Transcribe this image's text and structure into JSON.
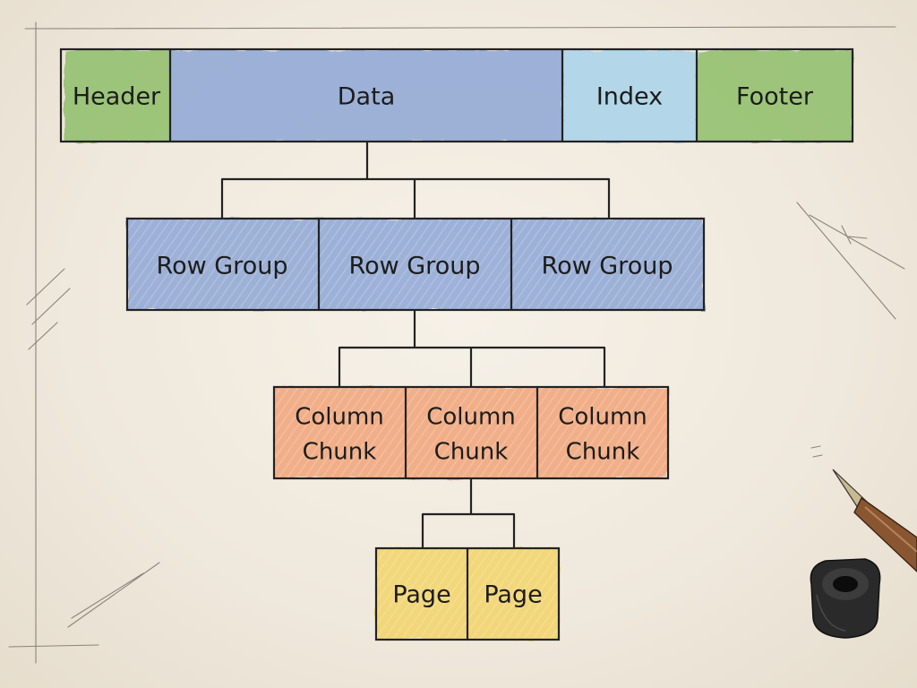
{
  "file_layout": {
    "header": "Header",
    "data": "Data",
    "index": "Index",
    "footer": "Footer"
  },
  "row_groups": [
    "Row Group",
    "Row Group",
    "Row Group"
  ],
  "column_chunks": [
    {
      "line1": "Column",
      "line2": "Chunk"
    },
    {
      "line1": "Column",
      "line2": "Chunk"
    },
    {
      "line1": "Column",
      "line2": "Chunk"
    }
  ],
  "pages": [
    "Page",
    "Page"
  ],
  "colors": {
    "green": "#8fbf6a",
    "blue": "#8fa7d6",
    "light_blue": "#a9d3ea",
    "orange": "#f1a57a",
    "yellow": "#f3d46a",
    "ink": "#222222"
  },
  "decorations": [
    "fountain-pen-icon",
    "ink-pot-icon"
  ]
}
